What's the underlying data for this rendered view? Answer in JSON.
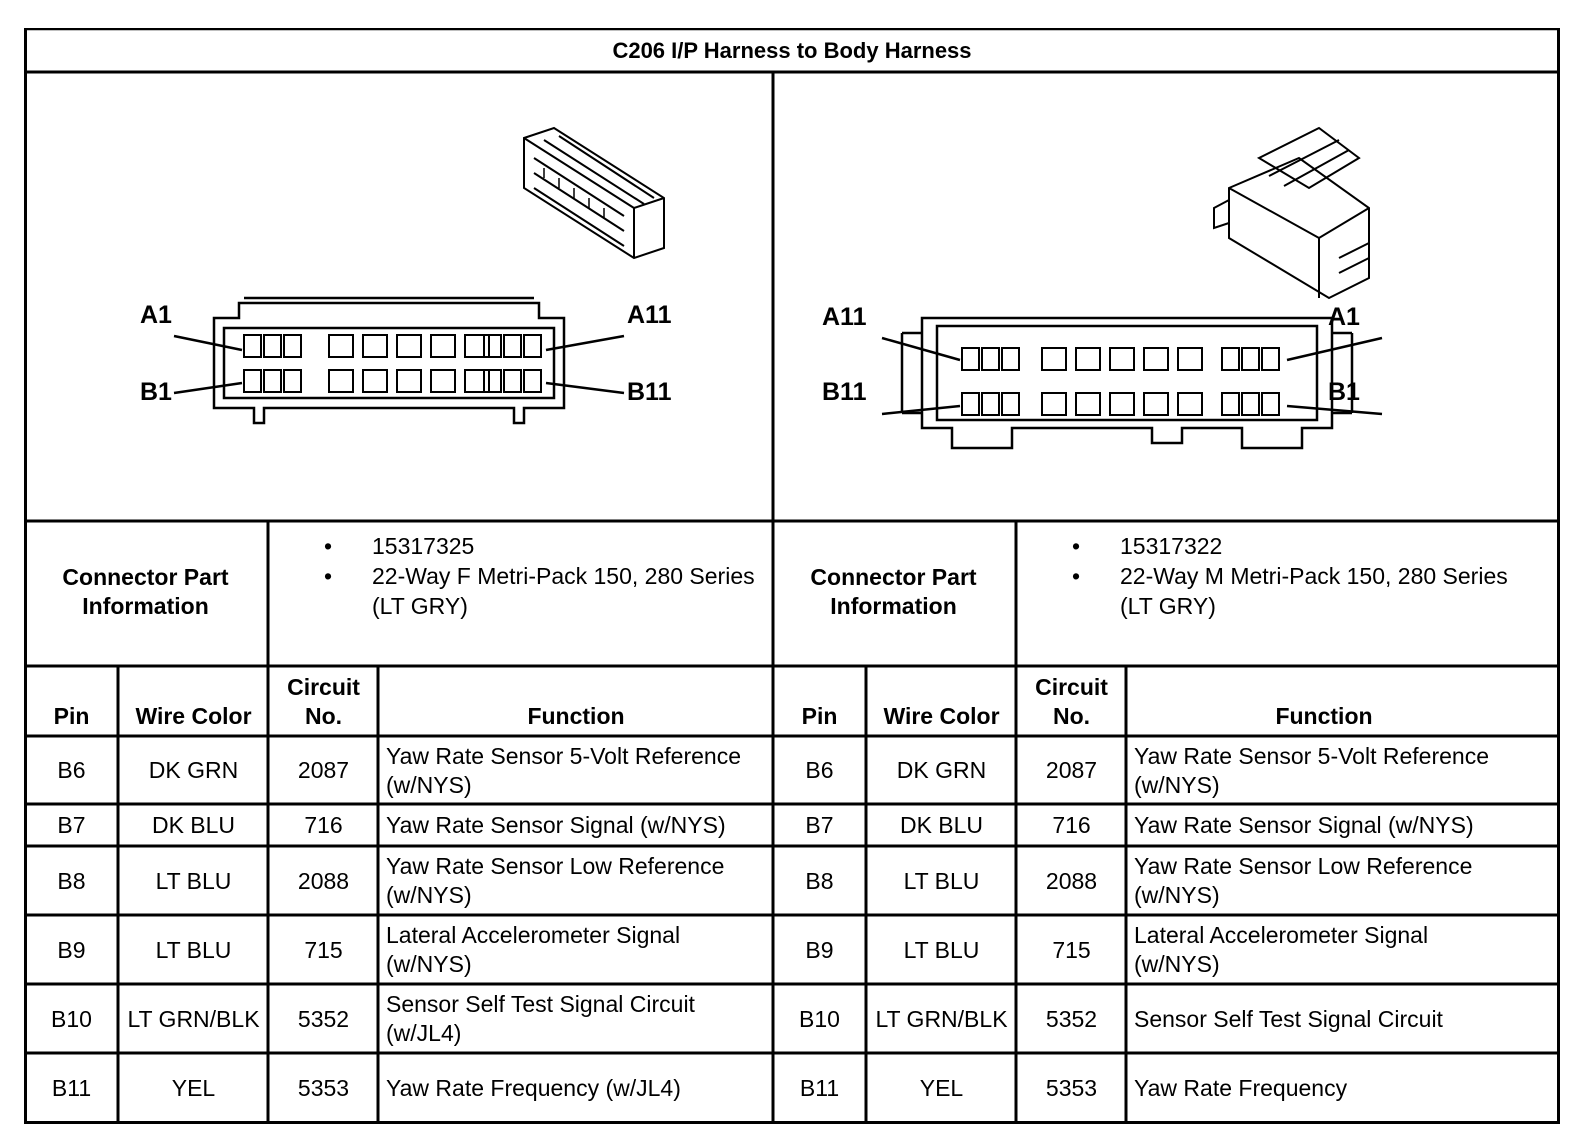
{
  "title": "C206 I/P Harness to Body Harness",
  "panels": [
    {
      "side": "left",
      "view_labels": {
        "a_left": "A1",
        "a_right": "A11",
        "b_left": "B1",
        "b_right": "B11"
      },
      "connector_info_label": "Connector Part Information",
      "connector_info": [
        "15317325",
        "22-Way F Metri-Pack 150, 280 Series (LT GRY)"
      ],
      "headers": {
        "pin": "Pin",
        "wire_color": "Wire Color",
        "circuit": "Circuit No.",
        "function": "Function"
      },
      "rows": [
        {
          "pin": "B6",
          "color": "DK GRN",
          "circuit": "2087",
          "function": "Yaw Rate Sensor 5-Volt Reference (w/NYS)"
        },
        {
          "pin": "B7",
          "color": "DK BLU",
          "circuit": "716",
          "function": "Yaw Rate Sensor Signal (w/NYS)"
        },
        {
          "pin": "B8",
          "color": "LT BLU",
          "circuit": "2088",
          "function": "Yaw Rate Sensor Low Reference (w/NYS)"
        },
        {
          "pin": "B9",
          "color": "LT BLU",
          "circuit": "715",
          "function": "Lateral Accelerometer Signal (w/NYS)"
        },
        {
          "pin": "B10",
          "color": "LT GRN/BLK",
          "circuit": "5352",
          "function": "Sensor Self Test Signal Circuit (w/JL4)"
        },
        {
          "pin": "B11",
          "color": "YEL",
          "circuit": "5353",
          "function": "Yaw Rate Frequency (w/JL4)"
        }
      ]
    },
    {
      "side": "right",
      "view_labels": {
        "a_left": "A11",
        "a_right": "A1",
        "b_left": "B11",
        "b_right": "B1"
      },
      "connector_info_label": "Connector Part Information",
      "connector_info": [
        "15317322",
        "22-Way M Metri-Pack 150, 280 Series (LT GRY)"
      ],
      "headers": {
        "pin": "Pin",
        "wire_color": "Wire Color",
        "circuit": "Circuit No.",
        "function": "Function"
      },
      "rows": [
        {
          "pin": "B6",
          "color": "DK GRN",
          "circuit": "2087",
          "function": "Yaw Rate Sensor 5-Volt Reference (w/NYS)"
        },
        {
          "pin": "B7",
          "color": "DK BLU",
          "circuit": "716",
          "function": "Yaw Rate Sensor Signal (w/NYS)"
        },
        {
          "pin": "B8",
          "color": "LT BLU",
          "circuit": "2088",
          "function": "Yaw Rate Sensor Low Reference (w/NYS)"
        },
        {
          "pin": "B9",
          "color": "LT BLU",
          "circuit": "715",
          "function": "Lateral Accelerometer Signal (w/NYS)"
        },
        {
          "pin": "B10",
          "color": "LT GRN/BLK",
          "circuit": "5352",
          "function": "Sensor Self Test Signal Circuit"
        },
        {
          "pin": "B11",
          "color": "YEL",
          "circuit": "5353",
          "function": "Yaw Rate Frequency"
        }
      ]
    }
  ]
}
